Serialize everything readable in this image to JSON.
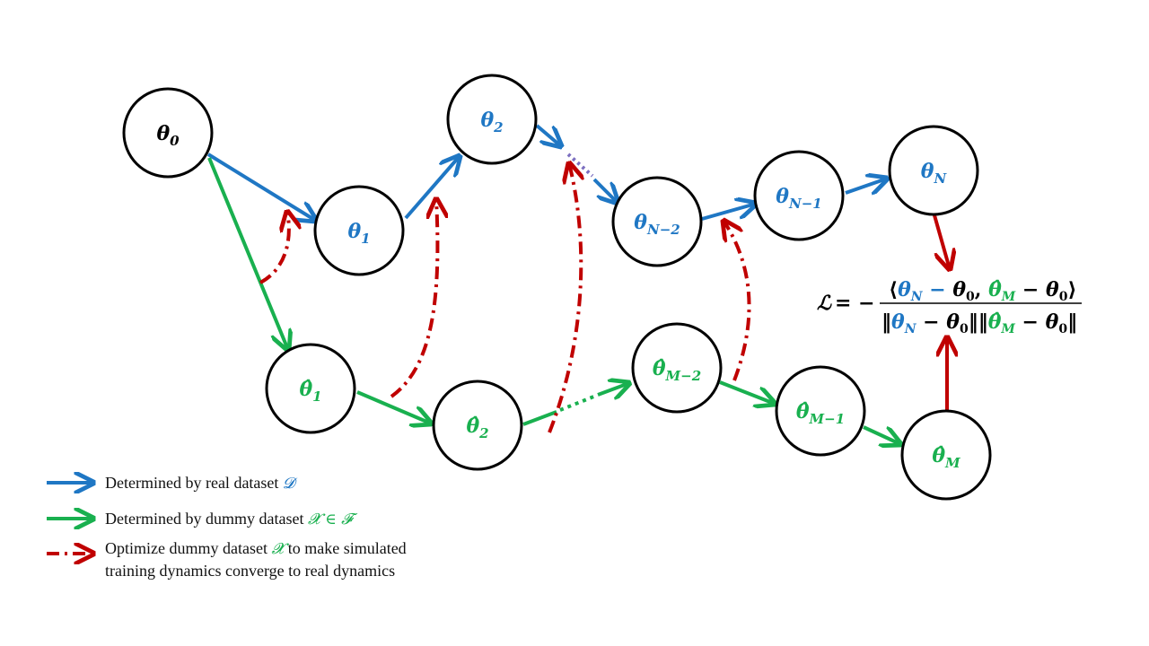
{
  "colors": {
    "blue": "#1f77c4",
    "green": "#19b04f",
    "red": "#c00000",
    "black": "#000000",
    "purple_dots": "#7c6fc0"
  },
  "nodes": [
    {
      "id": "theta0",
      "base": "θ",
      "hat": false,
      "sub": "0",
      "color": "black"
    },
    {
      "id": "theta1",
      "base": "θ",
      "hat": false,
      "sub": "1",
      "color": "blue"
    },
    {
      "id": "theta2",
      "base": "θ",
      "hat": false,
      "sub": "2",
      "color": "blue"
    },
    {
      "id": "thetaN2",
      "base": "θ",
      "hat": false,
      "sub": "N−2",
      "color": "blue"
    },
    {
      "id": "thetaN1",
      "base": "θ",
      "hat": false,
      "sub": "N−1",
      "color": "blue"
    },
    {
      "id": "thetaN",
      "base": "θ",
      "hat": false,
      "sub": "N",
      "color": "blue"
    },
    {
      "id": "hat1",
      "base": "θ",
      "hat": true,
      "sub": "1",
      "color": "green"
    },
    {
      "id": "hat2",
      "base": "θ",
      "hat": true,
      "sub": "2",
      "color": "green"
    },
    {
      "id": "hatM2",
      "base": "θ",
      "hat": true,
      "sub": "M−2",
      "color": "green"
    },
    {
      "id": "hatM1",
      "base": "θ",
      "hat": true,
      "sub": "M−1",
      "color": "green"
    },
    {
      "id": "hatM",
      "base": "θ",
      "hat": true,
      "sub": "M",
      "color": "green"
    }
  ],
  "formula": {
    "lhs": "ℒ",
    "eq": " = −",
    "numerator": "⟨θN − θ0, θ̂M − θ0⟩",
    "denominator": "‖θN − θ0‖‖θ̂M − θ0‖"
  },
  "legend": {
    "items": [
      {
        "text": "Determined by real dataset ",
        "symbol": "𝓓",
        "color": "blue",
        "style": "solid"
      },
      {
        "text": "Determined by dummy dataset ",
        "symbol": "𝓧 ∈ 𝓕",
        "color": "green",
        "style": "solid"
      },
      {
        "text": "Optimize dummy dataset ",
        "symbol": "𝓧",
        "text_after": " to make simulated",
        "line2": "training dynamics  converge  to real dynamics",
        "color": "red",
        "style": "dashdot"
      }
    ]
  }
}
